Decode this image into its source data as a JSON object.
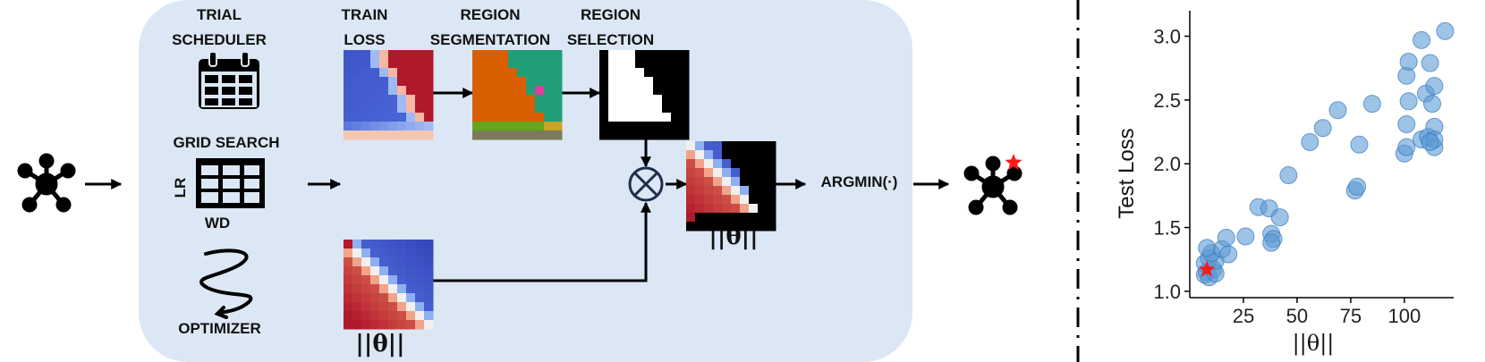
{
  "pipeline": {
    "trial_scheduler_label": "TRIAL\nSCHEDULER",
    "train_loss_label": "TRAIN\nLOSS",
    "region_segmentation_label": "REGION\nSEGMENTATION",
    "region_selection_label": "REGION\nSELECTION",
    "grid_search_label": "GRID SEARCH",
    "lr_axis_label": "LR",
    "wd_axis_label": "WD",
    "optimizer_label": "OPTIMIZER",
    "theta_norm_label": "||θ||",
    "theta_norm_label_bottom": "||θ||",
    "argmin_label": "ARGMIN(·)"
  },
  "colors": {
    "panel": "#dbe7f4",
    "heat_blue": "#3f56c9",
    "heat_red": "#b2182b",
    "seg_green": "#1f9e78",
    "seg_orange": "#d95f02",
    "seg_olive": "#66a61e",
    "point_blue": "#5b9bd5",
    "star_red": "#ff1a1a"
  },
  "chart_data": {
    "type": "scatter",
    "xlabel": "||θ||",
    "ylabel": "Test Loss",
    "xlim": [
      0,
      123
    ],
    "ylim": [
      0.95,
      3.2
    ],
    "xticks": [
      "25",
      "50",
      "75",
      "100"
    ],
    "yticks": [
      "1.0",
      "1.5",
      "2.0",
      "2.5",
      "3.0"
    ],
    "points": [
      [
        7,
        1.13
      ],
      [
        8,
        1.15
      ],
      [
        9,
        1.11
      ],
      [
        11,
        1.17
      ],
      [
        12,
        1.14
      ],
      [
        7,
        1.22
      ],
      [
        9,
        1.26
      ],
      [
        12,
        1.24
      ],
      [
        10,
        1.3
      ],
      [
        8,
        1.34
      ],
      [
        15,
        1.33
      ],
      [
        18,
        1.29
      ],
      [
        17,
        1.42
      ],
      [
        26,
        1.43
      ],
      [
        32,
        1.66
      ],
      [
        37,
        1.65
      ],
      [
        38,
        1.45
      ],
      [
        39,
        1.41
      ],
      [
        38,
        1.38
      ],
      [
        42,
        1.58
      ],
      [
        46,
        1.91
      ],
      [
        56,
        2.17
      ],
      [
        62,
        2.28
      ],
      [
        69,
        2.42
      ],
      [
        77,
        1.79
      ],
      [
        78,
        1.82
      ],
      [
        79,
        2.15
      ],
      [
        85,
        2.47
      ],
      [
        100,
        2.08
      ],
      [
        101,
        2.13
      ],
      [
        101,
        2.31
      ],
      [
        101,
        2.69
      ],
      [
        102,
        2.8
      ],
      [
        102,
        2.49
      ],
      [
        108,
        2.19
      ],
      [
        108,
        2.97
      ],
      [
        110,
        2.55
      ],
      [
        111,
        2.21
      ],
      [
        112,
        2.79
      ],
      [
        113,
        2.47
      ],
      [
        114,
        2.61
      ],
      [
        114,
        2.29
      ],
      [
        114,
        2.13
      ],
      [
        114,
        2.19
      ],
      [
        112,
        2.17
      ],
      [
        119,
        3.04
      ]
    ],
    "best_point": [
      8,
      1.17
    ],
    "grid": false
  }
}
